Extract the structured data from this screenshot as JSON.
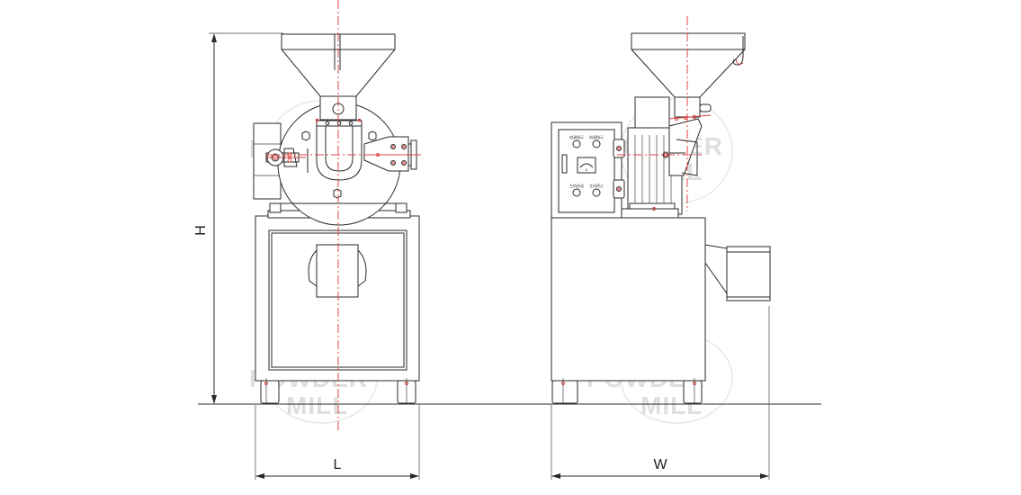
{
  "dimensions": {
    "height_label": "H",
    "length_label": "L",
    "width_label": "W"
  },
  "watermark": {
    "line1": "POWDER",
    "line2": "MILL"
  },
  "control_panel": {
    "gauge_unit": "A",
    "labels": [
      "电源指示",
      "电源指示",
      "主机启动",
      "主机停止"
    ]
  },
  "colors": {
    "line": "#2a2a2a",
    "centerline": "#e0454a",
    "accent": "#d43b3b",
    "watermark": "#dcdcdc"
  }
}
